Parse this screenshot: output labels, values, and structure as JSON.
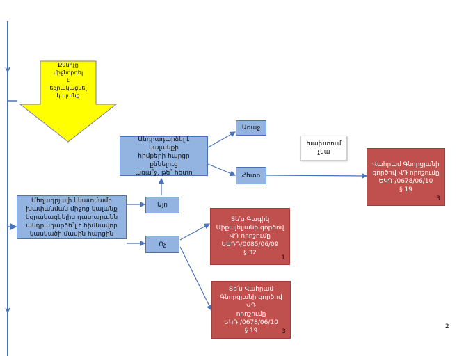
{
  "diagram": {
    "yellow_arrow": {
      "label": "Քննիչը\nմիջնորդել\nէ\nեզրակացնել\nկալանք"
    },
    "q_main": {
      "label": "Մեղադրյալի նկատմամբ\nխափանման միջոց կալանք\nեզրակացնելիս դատարանն\nանդրադարձե՞լ է հիմնավոր\nկասկածի մասին հարցին"
    },
    "q_timing": {
      "label": "Անդրադարձել է կալանքի\nհիմքերի հարցը քննելուց\nառա՞ջ, թե՞ հետո"
    },
    "yes": {
      "label": "Այո"
    },
    "no": {
      "label": "Ոչ"
    },
    "before": {
      "label": "Առաջ"
    },
    "after": {
      "label": "Հետո"
    },
    "no_practice": {
      "label": "Խախտում\nչկա"
    },
    "case1": {
      "label": "Տե՛ս Գագիկ\nՄիքայելյանի գործով\nՎԴ որոշումը\nԵԱԴԴ/0085/06/09\n§ 32",
      "num": "1"
    },
    "case3a": {
      "label": "Տե՛ս Վահրամ\nԳնորցյանի գործով ՎԴ\nորոշումը\nԵԿԴ /0678/06/10\n§ 19",
      "num": "3"
    },
    "case3b": {
      "label": "Վահրամ Գնորցյանի\nգործով ՎԴ որոշումը\nԵԿԴ /0678/06/10\n§ 19",
      "num": "3"
    }
  },
  "page_number": "2",
  "colors": {
    "blue_fill": "#93b4e1",
    "red_fill": "#c0504d",
    "yellow_fill": "#ffff00",
    "line": "#4a72b8"
  }
}
